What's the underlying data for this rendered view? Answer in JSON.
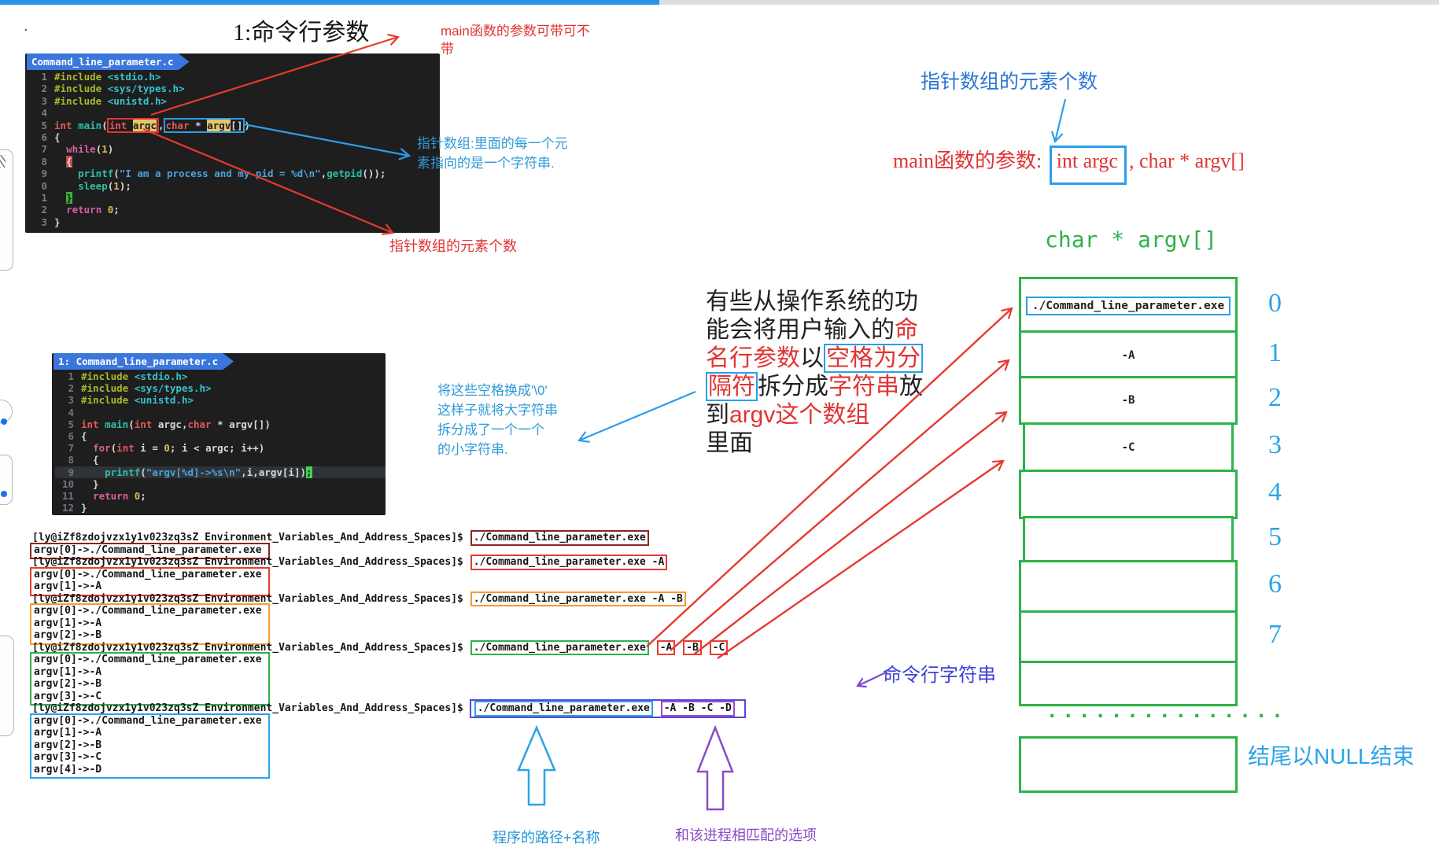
{
  "page": {
    "title": "1:命令行参数",
    "dot": "."
  },
  "notes": {
    "top_red": [
      "main函数的参数可带可不",
      "带"
    ],
    "pointer": [
      "指针数组:里面的每一个元",
      "素指向的是一个字符串."
    ],
    "count": "指针数组的元素个数",
    "split": [
      "将这些空格换成'\\0'",
      "这样子就将大字符串",
      "拆分成了一个一个",
      "的小字符串."
    ]
  },
  "right": {
    "count": "指针数组的元素个数",
    "params_label": "main函数的参数:",
    "params_boxed": "int argc",
    "params_rest": ", char * argv[]"
  },
  "labels": {
    "cmd_string": "命令行字符串",
    "path": "程序的路径+名称",
    "options": "和该进程相匹配的选项",
    "null_note": "结尾以NULL结束"
  },
  "paragraph": {
    "lines": [
      [
        {
          "t": "有些从操作系统的功"
        }
      ],
      [
        {
          "t": "能会将用户输入的"
        },
        {
          "t": "命",
          "c": "r"
        }
      ],
      [
        {
          "t": "名行参数",
          "c": "r"
        },
        {
          "t": "以"
        },
        {
          "t": "空格为分",
          "c": "r",
          "box": true
        }
      ],
      [
        {
          "t": "隔符",
          "c": "r",
          "box": true
        },
        {
          "t": "拆分成"
        },
        {
          "t": "字符串",
          "c": "r"
        },
        {
          "t": "放"
        }
      ],
      [
        {
          "t": "到"
        },
        {
          "t": "argv这个数组",
          "c": "r"
        }
      ],
      [
        {
          "t": "里面"
        }
      ]
    ]
  },
  "code1": {
    "tab": "Command_line_parameter.c",
    "lines": [
      {
        "n": "1",
        "seg": [
          {
            "c": "inc",
            "t": "#include"
          },
          {
            "c": "pl",
            "t": " "
          },
          {
            "c": "hdr",
            "t": "<stdio.h>"
          }
        ]
      },
      {
        "n": "2",
        "seg": [
          {
            "c": "inc",
            "t": "#include"
          },
          {
            "c": "pl",
            "t": " "
          },
          {
            "c": "hdr",
            "t": "<sys/types.h>"
          }
        ]
      },
      {
        "n": "3",
        "seg": [
          {
            "c": "inc",
            "t": "#include"
          },
          {
            "c": "pl",
            "t": " "
          },
          {
            "c": "hdr",
            "t": "<unistd.h>"
          }
        ]
      },
      {
        "n": "4",
        "seg": []
      },
      {
        "n": "5",
        "seg": [
          {
            "c": "kw",
            "t": "int"
          },
          {
            "c": "pl",
            "t": " "
          },
          {
            "c": "fn",
            "t": "main"
          },
          {
            "c": "pl",
            "t": "("
          },
          {
            "box": "red",
            "seg": [
              {
                "c": "kw",
                "t": "int"
              },
              {
                "c": "pl",
                "t": " "
              },
              {
                "c": "hl",
                "t": "argc"
              }
            ]
          },
          {
            "c": "pl",
            "t": ","
          },
          {
            "box": "blue",
            "seg": [
              {
                "c": "kw",
                "t": "char"
              },
              {
                "c": "pl",
                "t": " * "
              },
              {
                "c": "hl",
                "t": "argv"
              },
              {
                "c": "pl",
                "t": "[]"
              }
            ]
          },
          {
            "c": "pl",
            "t": ")"
          }
        ]
      },
      {
        "n": "6",
        "seg": [
          {
            "c": "pl",
            "t": "{"
          }
        ]
      },
      {
        "n": "7",
        "seg": [
          {
            "c": "pl",
            "t": "  "
          },
          {
            "c": "mag",
            "t": "while"
          },
          {
            "c": "pl",
            "t": "("
          },
          {
            "c": "num",
            "t": "1"
          },
          {
            "c": "pl",
            "t": ")"
          }
        ]
      },
      {
        "n": "8",
        "seg": [
          {
            "c": "pl",
            "t": "  "
          },
          {
            "c": "brace-red",
            "t": "{"
          }
        ]
      },
      {
        "n": "9",
        "seg": [
          {
            "c": "pl",
            "t": "    "
          },
          {
            "c": "fn",
            "t": "printf"
          },
          {
            "c": "pl",
            "t": "("
          },
          {
            "c": "str",
            "t": "\"I am a process and my pid = %d\\n\""
          },
          {
            "c": "pl",
            "t": ","
          },
          {
            "c": "fn",
            "t": "getpid"
          },
          {
            "c": "pl",
            "t": "());"
          }
        ]
      },
      {
        "n": "0",
        "seg": [
          {
            "c": "pl",
            "t": "    "
          },
          {
            "c": "fn",
            "t": "sleep"
          },
          {
            "c": "pl",
            "t": "("
          },
          {
            "c": "num",
            "t": "1"
          },
          {
            "c": "pl",
            "t": ");"
          }
        ]
      },
      {
        "n": "1",
        "seg": [
          {
            "c": "pl",
            "t": "  "
          },
          {
            "c": "brace-green",
            "t": "}"
          }
        ]
      },
      {
        "n": "2",
        "seg": [
          {
            "c": "pl",
            "t": "  "
          },
          {
            "c": "mag",
            "t": "return"
          },
          {
            "c": "pl",
            "t": " "
          },
          {
            "c": "num",
            "t": "0"
          },
          {
            "c": "pl",
            "t": ";"
          }
        ]
      },
      {
        "n": "3",
        "seg": [
          {
            "c": "pl",
            "t": "}"
          }
        ]
      }
    ]
  },
  "code2": {
    "tab": "1: Command_line_parameter.c",
    "lines": [
      {
        "n": "1",
        "seg": [
          {
            "c": "inc",
            "t": "#include"
          },
          {
            "c": "pl",
            "t": " "
          },
          {
            "c": "hdr",
            "t": "<stdio.h>"
          }
        ]
      },
      {
        "n": "2",
        "seg": [
          {
            "c": "inc",
            "t": "#include"
          },
          {
            "c": "pl",
            "t": " "
          },
          {
            "c": "hdr",
            "t": "<sys/types.h>"
          }
        ]
      },
      {
        "n": "3",
        "seg": [
          {
            "c": "inc",
            "t": "#include"
          },
          {
            "c": "pl",
            "t": " "
          },
          {
            "c": "hdr",
            "t": "<unistd.h>"
          }
        ]
      },
      {
        "n": "4",
        "seg": []
      },
      {
        "n": "5",
        "seg": [
          {
            "c": "kw",
            "t": "int"
          },
          {
            "c": "pl",
            "t": " "
          },
          {
            "c": "fn",
            "t": "main"
          },
          {
            "c": "pl",
            "t": "("
          },
          {
            "c": "kw",
            "t": "int"
          },
          {
            "c": "pl",
            "t": " argc,"
          },
          {
            "c": "kw",
            "t": "char"
          },
          {
            "c": "pl",
            "t": " * argv[])"
          }
        ]
      },
      {
        "n": "6",
        "seg": [
          {
            "c": "pl",
            "t": "{"
          }
        ]
      },
      {
        "n": "7",
        "seg": [
          {
            "c": "pl",
            "t": "  "
          },
          {
            "c": "mag",
            "t": "for"
          },
          {
            "c": "pl",
            "t": "("
          },
          {
            "c": "kw",
            "t": "int"
          },
          {
            "c": "pl",
            "t": " i = "
          },
          {
            "c": "num",
            "t": "0"
          },
          {
            "c": "pl",
            "t": "; i < argc; i++)"
          }
        ]
      },
      {
        "n": "8",
        "seg": [
          {
            "c": "pl",
            "t": "  {"
          }
        ]
      },
      {
        "n": "9",
        "hl": true,
        "seg": [
          {
            "c": "pl",
            "t": "    "
          },
          {
            "c": "fn",
            "t": "printf"
          },
          {
            "c": "pl",
            "t": "("
          },
          {
            "c": "str",
            "t": "\"argv[%d]->%s\\n\""
          },
          {
            "c": "pl",
            "t": ",i,argv[i])"
          },
          {
            "c": "cur",
            "t": ";"
          }
        ]
      },
      {
        "n": "10",
        "seg": [
          {
            "c": "pl",
            "t": "  }"
          }
        ]
      },
      {
        "n": "11",
        "seg": [
          {
            "c": "pl",
            "t": "  "
          },
          {
            "c": "mag",
            "t": "return"
          },
          {
            "c": "pl",
            "t": " "
          },
          {
            "c": "num",
            "t": "0"
          },
          {
            "c": "pl",
            "t": ";"
          }
        ]
      },
      {
        "n": "12",
        "seg": [
          {
            "c": "pl",
            "t": "}"
          }
        ]
      }
    ]
  },
  "terminal": {
    "prompt": "[ly@iZf8zdojvzx1y1v023zq3sZ Environment_Variables_And_Address_Spaces]$ ",
    "rows": [
      {
        "cmd": [
          {
            "t": "./Command_line_parameter.exe",
            "b": "darkred"
          }
        ]
      },
      {
        "outbox": "darkred",
        "lines": [
          "argv[0]->./Command_line_parameter.exe"
        ]
      },
      {
        "cmd": [
          {
            "t": "./Command_line_parameter.exe -A",
            "b": "red"
          }
        ]
      },
      {
        "outbox": "red",
        "lines": [
          "argv[0]->./Command_line_parameter.exe",
          "argv[1]->-A"
        ]
      },
      {
        "cmd": [
          {
            "t": "./Command_line_parameter.exe -A -B",
            "b": "orange"
          }
        ]
      },
      {
        "outbox": "orange",
        "lines": [
          "argv[0]->./Command_line_parameter.exe",
          "argv[1]->-A",
          "argv[2]->-B"
        ]
      },
      {
        "cmd": [
          {
            "t": "./Command_line_parameter.exe",
            "b": "green"
          },
          {
            "t": "-A",
            "b": "red"
          },
          {
            "t": "-B",
            "b": "red"
          },
          {
            "t": "-C",
            "b": "red"
          }
        ]
      },
      {
        "outbox": "green",
        "lines": [
          "argv[0]->./Command_line_parameter.exe",
          "argv[1]->-A",
          "argv[2]->-B",
          "argv[3]->-C"
        ]
      },
      {
        "cmd": [
          {
            "t": "./Command_line_parameter.exe",
            "b": "cyan"
          },
          {
            "t": "-A -B -C -D",
            "b": "purple"
          }
        ],
        "outer": true
      },
      {
        "outbox": "cyan",
        "lines": [
          "argv[0]->./Command_line_parameter.exe",
          "argv[1]->-A",
          "argv[2]->-B",
          "argv[3]->-C",
          "argv[4]->-D"
        ]
      }
    ]
  },
  "array": {
    "title": "char * argv[]",
    "cells": [
      {
        "label": "0",
        "value": "./Command_line_parameter.exe",
        "boxed": true
      },
      {
        "label": "1",
        "value": "-A"
      },
      {
        "label": "2",
        "value": "-B"
      },
      {
        "label": "3",
        "value": "-C",
        "inset": true
      },
      {
        "label": "4",
        "value": ""
      },
      {
        "label": "5",
        "value": "",
        "inset": true
      },
      {
        "label": "6",
        "value": ""
      },
      {
        "label": "7",
        "value": ""
      },
      {
        "label": "",
        "value": ""
      }
    ],
    "dots": "...............",
    "null_cell": ""
  }
}
